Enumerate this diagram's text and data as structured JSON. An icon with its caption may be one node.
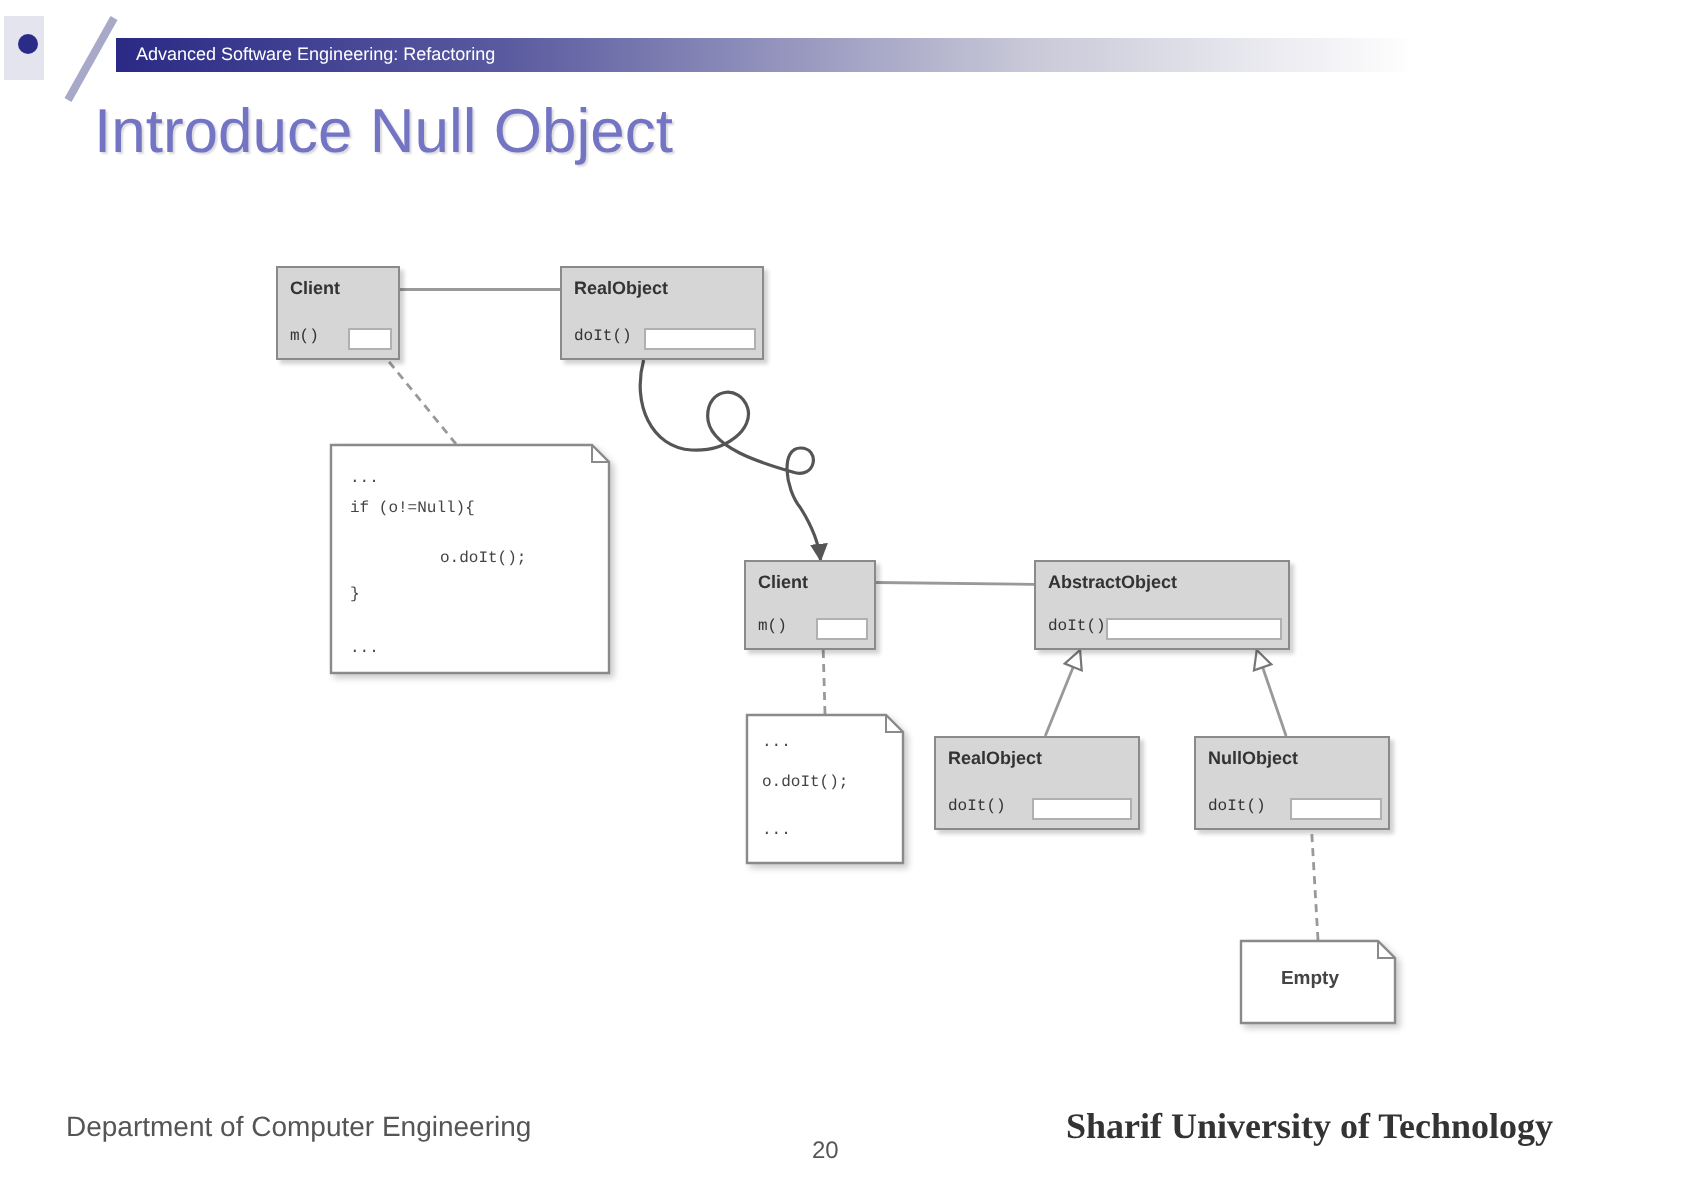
{
  "diagram": {
    "title": "Introduce Null Object",
    "nodes": [
      {
        "text": [
          "Client",
          "m()"
        ]
      },
      {
        "text": [
          "RealObject",
          "doIt()"
        ]
      },
      {
        "text": [
          "...",
          "if (o!=Null){",
          "o.doIt();",
          "}",
          "..."
        ]
      },
      {
        "text": [
          "Client",
          "m()"
        ]
      },
      {
        "text": [
          "AbstractObject",
          "doIt()"
        ]
      },
      {
        "text": [
          "...",
          "o.doIt();",
          "..."
        ]
      },
      {
        "text": [
          "RealObject",
          "doIt()"
        ]
      },
      {
        "text": [
          "NullObject",
          "doIt()"
        ]
      },
      {
        "text": [
          "Empty"
        ]
      }
    ],
    "edges": [
      {
        "from": 0,
        "to": 1,
        "arrow": "none"
      },
      {
        "from": 2,
        "to": 0,
        "arrow": "none",
        "style": "dashed"
      },
      {
        "from": 1,
        "to": 3,
        "arrow": "to"
      },
      {
        "from": 3,
        "to": 4,
        "arrow": "none"
      },
      {
        "from": 5,
        "to": 3,
        "arrow": "none",
        "style": "dashed"
      },
      {
        "from": 6,
        "to": 4,
        "arrow": "to"
      },
      {
        "from": 7,
        "to": 4,
        "arrow": "to"
      },
      {
        "from": 8,
        "to": 7,
        "arrow": "none",
        "style": "dashed"
      }
    ],
    "labels": [
      "Advanced Software Engineering: Refactoring",
      "Department of Computer Engineering",
      "20",
      "Sharif University of Technology"
    ]
  }
}
